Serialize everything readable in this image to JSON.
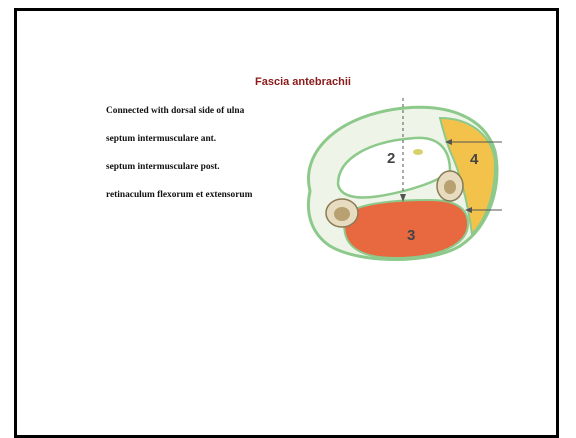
{
  "slide": {
    "title": "Fascia antebrachii",
    "bullets": [
      "Connected with dorsal side of ulna",
      "septum intermuscularе ant.",
      "septum intermusculare post.",
      "retinaculum flexorum et extensorum"
    ]
  },
  "diagram": {
    "labels": [
      "2",
      "3",
      "4"
    ],
    "colors": {
      "fascia_outline": "#8cc98a",
      "ring_fill": "#eef5e8",
      "flexor_compartment": "#e8683f",
      "extensor_compartment": "#f2c24a",
      "bone": "#e8dcc0",
      "arrows": "#555555"
    }
  }
}
